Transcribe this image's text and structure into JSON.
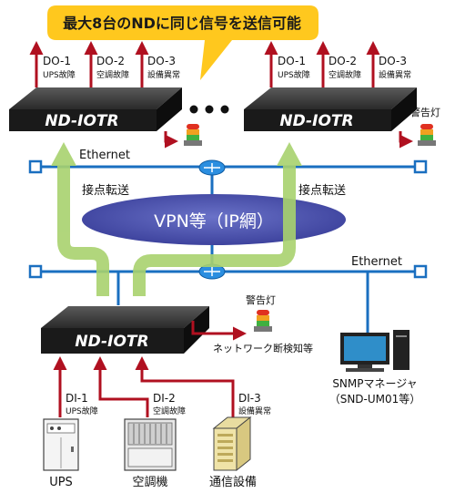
{
  "callout": {
    "text": "最大8台のNDに同じ信号を送信可能"
  },
  "devices": {
    "top_left": {
      "label": "ND-IOTR"
    },
    "top_right": {
      "label": "ND-IOTR"
    },
    "bottom": {
      "label": "ND-IOTR"
    }
  },
  "outputs_left": [
    {
      "name": "DO-1",
      "desc": "UPS故障"
    },
    {
      "name": "DO-2",
      "desc": "空調故障"
    },
    {
      "name": "DO-3",
      "desc": "設備異常"
    }
  ],
  "outputs_right": [
    {
      "name": "DO-1",
      "desc": "UPS故障"
    },
    {
      "name": "DO-2",
      "desc": "空調故障"
    },
    {
      "name": "DO-3",
      "desc": "設備異常"
    }
  ],
  "inputs": [
    {
      "name": "DI-1",
      "desc": "UPS故障"
    },
    {
      "name": "DI-2",
      "desc": "空調故障"
    },
    {
      "name": "DI-3",
      "desc": "設備異常"
    }
  ],
  "labels": {
    "ethernet_top": "Ethernet",
    "ethernet_bottom": "Ethernet",
    "transfer_left": "接点転送",
    "transfer_right": "接点転送",
    "vpn": "VPN等（IP網）",
    "warning_light_top": "警告灯",
    "warning_light_bottom": "警告灯",
    "network_detect": "ネットワーク断検知等",
    "snmp_line1": "SNMPマネージャ",
    "snmp_line2": "（SND-UM01等）",
    "equip_ups": "UPS",
    "equip_ac": "空調機",
    "equip_comm": "通信設備"
  }
}
